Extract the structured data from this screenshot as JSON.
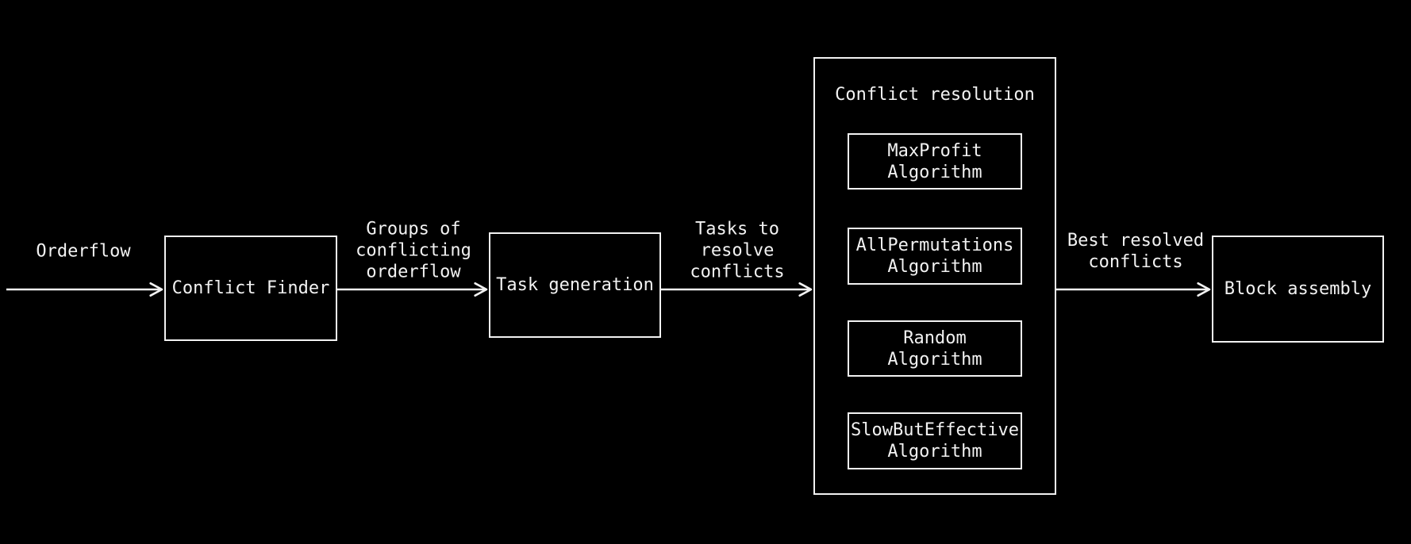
{
  "colors": {
    "background": "#000000",
    "stroke": "#f2f2f2",
    "text": "#f2f2f2"
  },
  "nodes": {
    "conflict_finder": {
      "label": "Conflict Finder"
    },
    "task_generation": {
      "label": "Task generation"
    },
    "block_assembly": {
      "label": "Block assembly"
    }
  },
  "resolution": {
    "title": "Conflict resolution",
    "algorithms": [
      {
        "label": "MaxProfit\nAlgorithm"
      },
      {
        "label": "AllPermutations\nAlgorithm"
      },
      {
        "label": "Random\nAlgorithm"
      },
      {
        "label": "SlowButEffective\nAlgorithm"
      }
    ]
  },
  "edges": {
    "orderflow": {
      "label": "Orderflow"
    },
    "groups": {
      "label": "Groups of\nconflicting\norderflow"
    },
    "tasks": {
      "label": "Tasks to\nresolve\nconflicts"
    },
    "best": {
      "label": "Best resolved\nconflicts"
    }
  }
}
